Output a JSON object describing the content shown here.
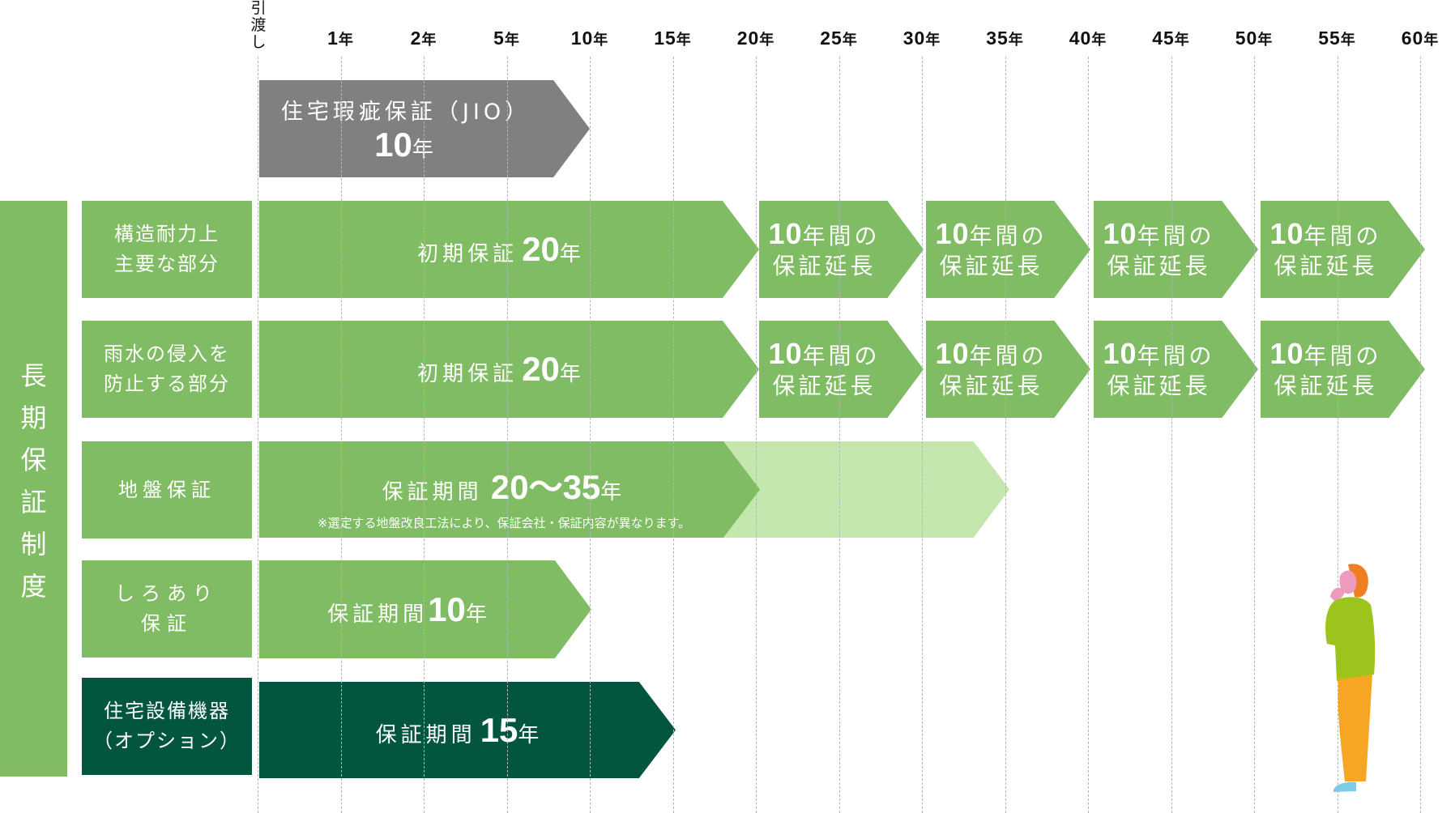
{
  "timeline": {
    "start_label": "引渡し",
    "ticks": [
      {
        "num": "1",
        "unit": "年"
      },
      {
        "num": "2",
        "unit": "年"
      },
      {
        "num": "5",
        "unit": "年"
      },
      {
        "num": "10",
        "unit": "年"
      },
      {
        "num": "15",
        "unit": "年"
      },
      {
        "num": "20",
        "unit": "年"
      },
      {
        "num": "25",
        "unit": "年"
      },
      {
        "num": "30",
        "unit": "年"
      },
      {
        "num": "35",
        "unit": "年"
      },
      {
        "num": "40",
        "unit": "年"
      },
      {
        "num": "45",
        "unit": "年"
      },
      {
        "num": "50",
        "unit": "年"
      },
      {
        "num": "55",
        "unit": "年"
      },
      {
        "num": "60",
        "unit": "年"
      }
    ]
  },
  "colors": {
    "green": "#80bc63",
    "light_green": "#c3e7ac",
    "dark_green": "#02553e",
    "gray": "#808080"
  },
  "jio": {
    "title": "住宅瑕疵保証（JIO）",
    "years_num": "10",
    "years_unit": "年",
    "end_year": 10
  },
  "group_label": "長期保証制度",
  "rows": [
    {
      "label_line1": "構造耐力上",
      "label_line2": "主要な部分",
      "initial": {
        "prefix": "初期保証",
        "num": "20",
        "unit": "年",
        "end_year": 20
      },
      "extensions": [
        {
          "num": "10",
          "line1_rest": "年間の",
          "line2": "保証延長"
        },
        {
          "num": "10",
          "line1_rest": "年間の",
          "line2": "保証延長"
        },
        {
          "num": "10",
          "line1_rest": "年間の",
          "line2": "保証延長"
        },
        {
          "num": "10",
          "line1_rest": "年間の",
          "line2": "保証延長"
        }
      ]
    },
    {
      "label_line1": "雨水の侵入を",
      "label_line2": "防止する部分",
      "initial": {
        "prefix": "初期保証",
        "num": "20",
        "unit": "年",
        "end_year": 20
      },
      "extensions": [
        {
          "num": "10",
          "line1_rest": "年間の",
          "line2": "保証延長"
        },
        {
          "num": "10",
          "line1_rest": "年間の",
          "line2": "保証延長"
        },
        {
          "num": "10",
          "line1_rest": "年間の",
          "line2": "保証延長"
        },
        {
          "num": "10",
          "line1_rest": "年間の",
          "line2": "保証延長"
        }
      ]
    },
    {
      "label_line1": "地盤保証",
      "label_line2": "",
      "period": {
        "prefix": "保証期間",
        "num": "20～35",
        "unit": "年",
        "min_year": 20,
        "max_year": 35
      },
      "note": "※選定する地盤改良工法により、保証会社・保証内容が異なります。"
    },
    {
      "label_line1": "しろあり",
      "label_line2": "保証",
      "period": {
        "prefix": "保証期間",
        "num": "10",
        "unit": "年",
        "end_year": 10
      }
    },
    {
      "label_line1": "住宅設備機器",
      "label_line2": "（オプション）",
      "period": {
        "prefix": "保証期間",
        "num": "15",
        "unit": "年",
        "end_year": 15
      }
    }
  ]
}
